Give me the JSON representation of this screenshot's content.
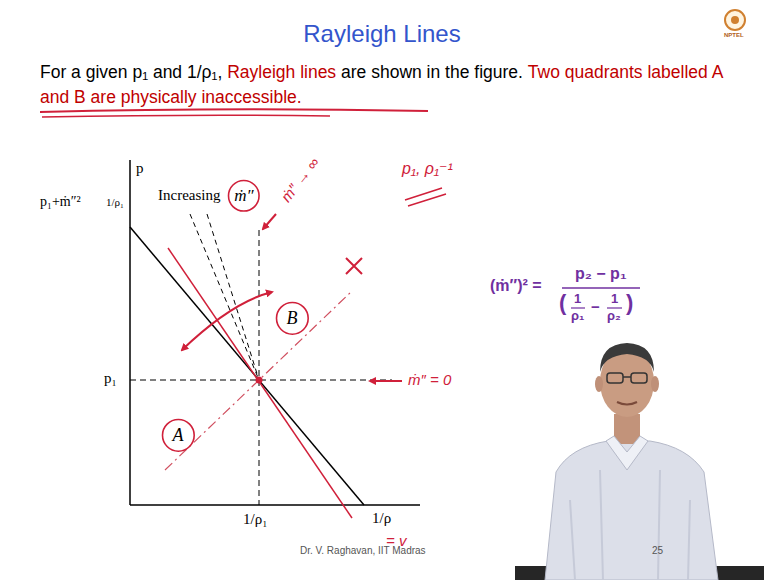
{
  "diagram": {
    "title": "Rayleigh Lines",
    "nodes": [
      {
        "text": [
          "ṁ″"
        ]
      },
      {
        "text": [
          "B"
        ]
      },
      {
        "text": [
          "A"
        ]
      }
    ],
    "labels": [
      "For a given p₁ and 1/ρ₁,",
      "Rayleigh lines",
      "are shown in the figure.",
      "Two quadrants labelled A and B are physically inaccessible.",
      "p",
      "p₁+ṁ″²",
      "1/ρ₁",
      "Increasing",
      "p₁",
      "1/ρ₁",
      "1/ρ",
      "= v",
      "ṁ″ → ∞",
      "ṁ″ = 0",
      "p₁, ρ₁⁻¹",
      "(ṁ″)² =",
      "p₂ − p₁",
      "(",
      "1",
      "ρ₁",
      "−",
      "1",
      "ρ₂",
      ")",
      "Dr. V. Raghavan, IIT Madras",
      "25",
      "NPTEL"
    ]
  }
}
